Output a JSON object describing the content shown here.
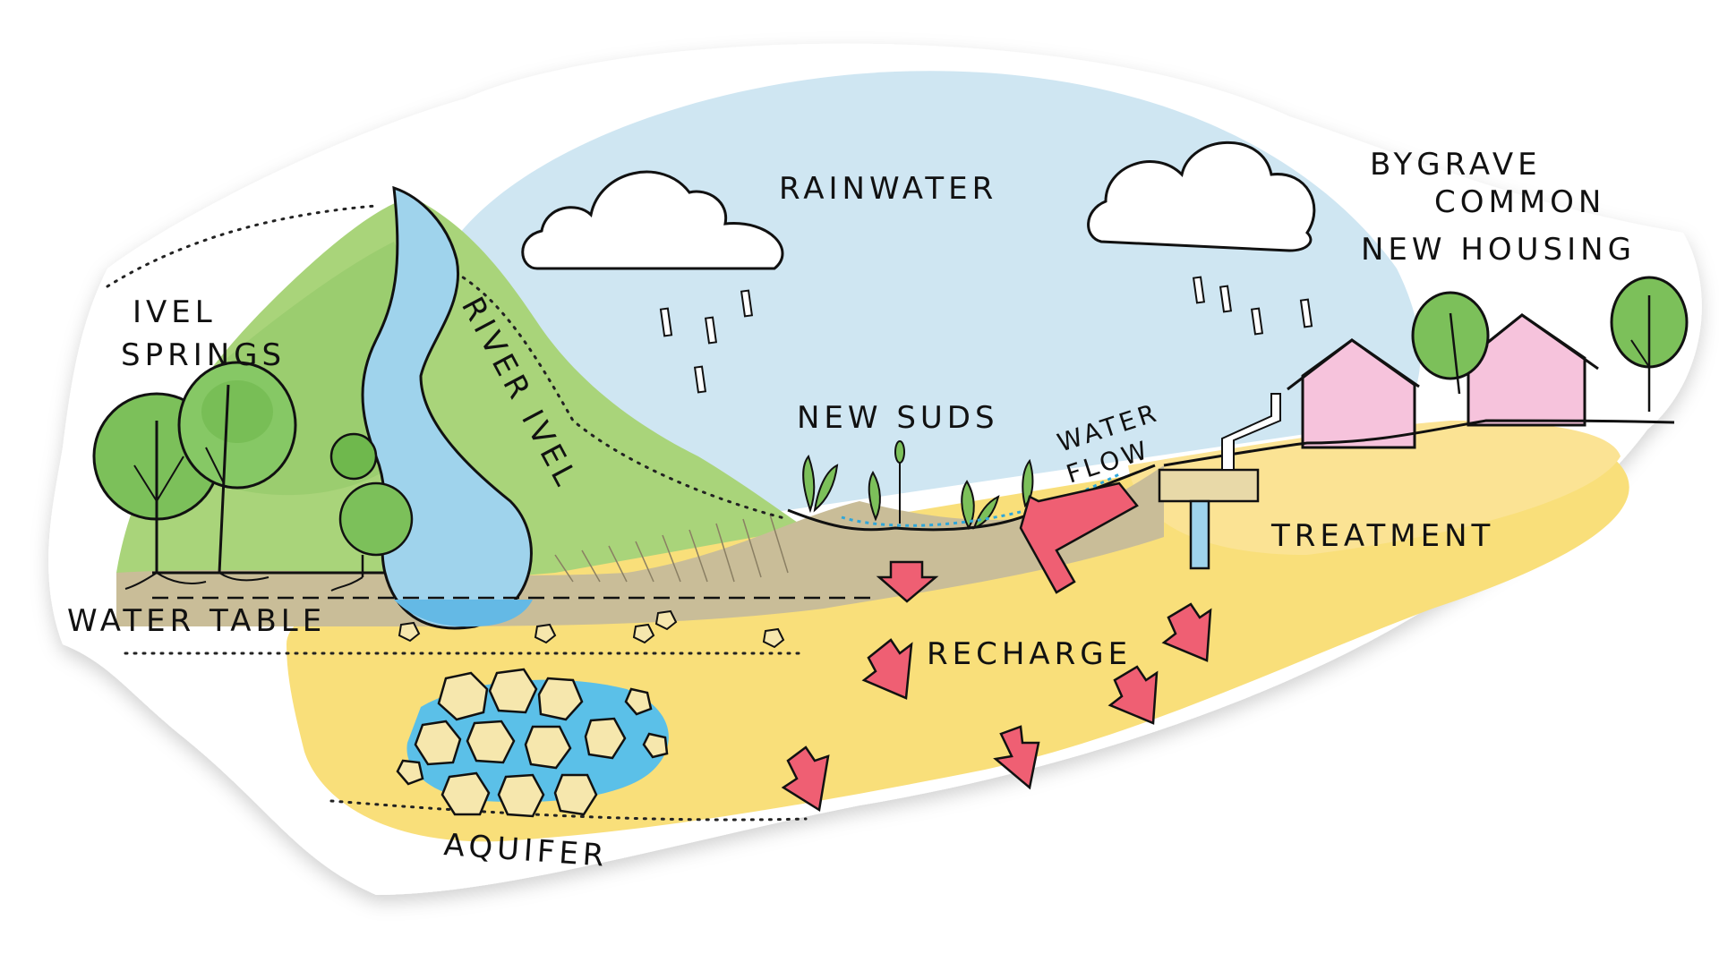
{
  "labels": {
    "rainwater": "RAINWATER",
    "bygrave_line1": "BYGRAVE",
    "bygrave_line2": "COMMON",
    "new_housing": "NEW HOUSING",
    "ivel_springs_line1": "IVEL",
    "ivel_springs_line2": "SPRINGS",
    "river_ivel": "RIVER IVEL",
    "new_suds": "NEW SUDS",
    "water_flow_line1": "WATER",
    "water_flow_line2": "FLOW",
    "treatment": "TREATMENT",
    "water_table": "WATER TABLE",
    "recharge": "RECHARGE",
    "aquifer": "AQUIFER"
  },
  "colors": {
    "sky": "#cfe6f2",
    "hill_green": "#a9d47a",
    "tree_green": "#7cc05a",
    "river_blue": "#9fd3ec",
    "soil": "#c9bd98",
    "aquifer_yellow": "#f9df7a",
    "arrow_red": "#ef5f73",
    "house_pink": "#f6c3dc",
    "stone": "#f6e7ad",
    "water_blue": "#5bc0e8"
  }
}
